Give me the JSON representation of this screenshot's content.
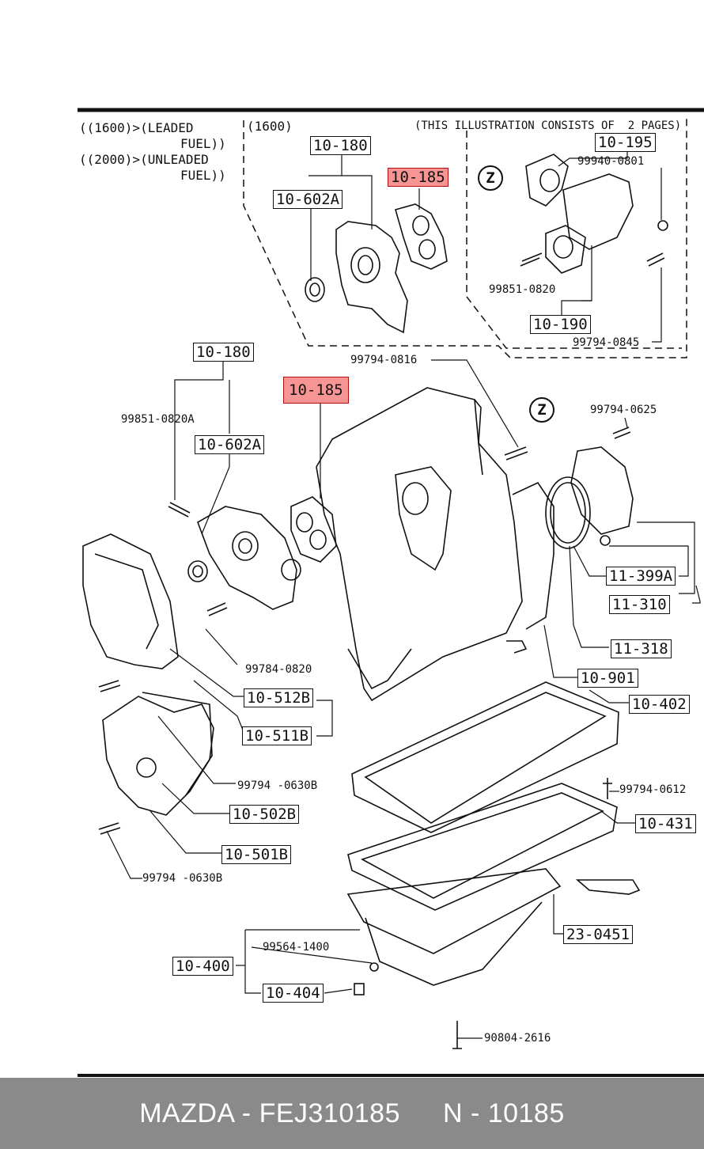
{
  "header": {
    "note_1600_leaded": "((1600)>(LEADED",
    "note_fuel_1": "FUEL))",
    "note_2000_unleaded": "((2000)>(UNLEADED",
    "note_fuel_2": "FUEL))",
    "inset_variant": "(1600)",
    "pages_note": "(THIS ILLUSTRATION CONSISTS OF  2 PAGES)"
  },
  "inset": {
    "part_10_180": "10-180",
    "part_10_185": "10-185",
    "part_10_602a": "10-602A",
    "part_10_195": "10-195",
    "bolt_99940_0801": "99940-0801",
    "bolt_99851_0820": "99851-0820",
    "part_10_190": "10-190",
    "bolt_99794_0845": "99794-0845",
    "z_mark": "Z"
  },
  "main": {
    "part_10_180": "10-180",
    "part_10_185": "10-185",
    "bolt_99794_0816": "99794-0816",
    "bolt_99851_0820a": "99851-0820A",
    "part_10_602a": "10-602A",
    "z_mark": "Z",
    "bolt_99794_0625": "99794-0625",
    "part_11_399a": "11-399A",
    "part_11_310": "11-310",
    "part_11_318": "11-318",
    "bolt_99784_0820": "99784-0820",
    "part_10_901": "10-901",
    "part_10_512b": "10-512B",
    "part_10_402": "10-402",
    "part_10_511b": "10-511B",
    "bolt_99794_0630b_a": "99794 -0630B",
    "bolt_99794_0612": "99794-0612",
    "part_10_502b": "10-502B",
    "part_10_431": "10-431",
    "part_10_501b": "10-501B",
    "bolt_99794_0630b_b": "99794 -0630B",
    "part_23_0451": "23-0451",
    "bolt_99564_1400": "99564-1400",
    "part_10_400": "10-400",
    "part_10_404": "10-404",
    "bolt_90804_2616": "90804-2616"
  },
  "footer": {
    "brand_part": "MAZDA - FEJ310185",
    "ref": "N - 10185"
  },
  "colors": {
    "highlight": "#f03c3c",
    "footer_bg": "#8a8a8a",
    "ink": "#111111"
  }
}
